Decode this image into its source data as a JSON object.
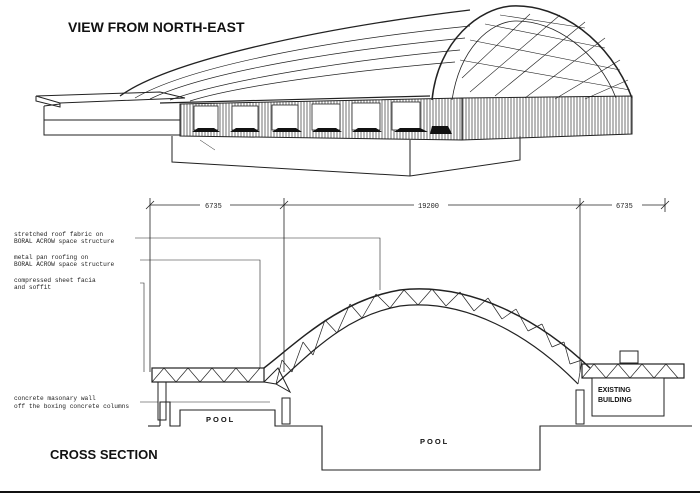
{
  "view_title": "VIEW FROM NORTH-EAST",
  "section_title": "CROSS SECTION",
  "dimensions": {
    "left": "6735",
    "center": "19200",
    "right": "6735"
  },
  "annotations": {
    "roof_fabric_1": "stretched roof fabric on",
    "roof_fabric_2": "BORAL ACROW space structure",
    "pan_roof_1": "metal pan roofing on",
    "pan_roof_2": "BORAL ACROW space structure",
    "fascia_1": "compressed sheet facia",
    "fascia_2": "and soffit",
    "masonry_1": "concrete masonary wall",
    "masonry_2": "off the boxing concrete columns"
  },
  "labels": {
    "pool_small": "POOL",
    "pool_main": "POOL",
    "existing_1": "EXISTING",
    "existing_2": "BUILDING"
  }
}
